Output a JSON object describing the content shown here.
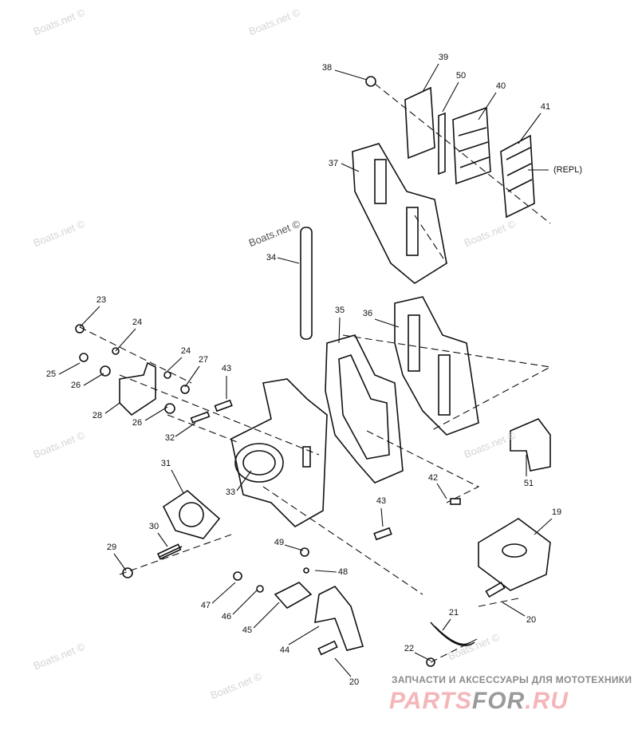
{
  "diagram": {
    "callouts": [
      "38",
      "39",
      "50",
      "40",
      "41",
      "(REPL)",
      "37",
      "34",
      "23",
      "24",
      "24",
      "27",
      "25",
      "26",
      "28",
      "26",
      "43",
      "32",
      "35",
      "36",
      "31",
      "33",
      "30",
      "29",
      "42",
      "43",
      "51",
      "19",
      "49",
      "48",
      "47",
      "46",
      "45",
      "44",
      "20",
      "21",
      "22",
      "20"
    ],
    "watermark": "Boats.net ©",
    "footer": {
      "tagline": "ЗАПЧАСТИ И АКСЕССУАРЫ ДЛЯ МОТОТЕХНИКИ",
      "logo_part1": "PARTS",
      "logo_part2": "FOR",
      "logo_part3": ".RU"
    },
    "colors": {
      "line": "#111111",
      "watermark": "#d4d4d4",
      "logo_pink": "#f4b6b9",
      "logo_gray": "#9a9a9a"
    }
  }
}
